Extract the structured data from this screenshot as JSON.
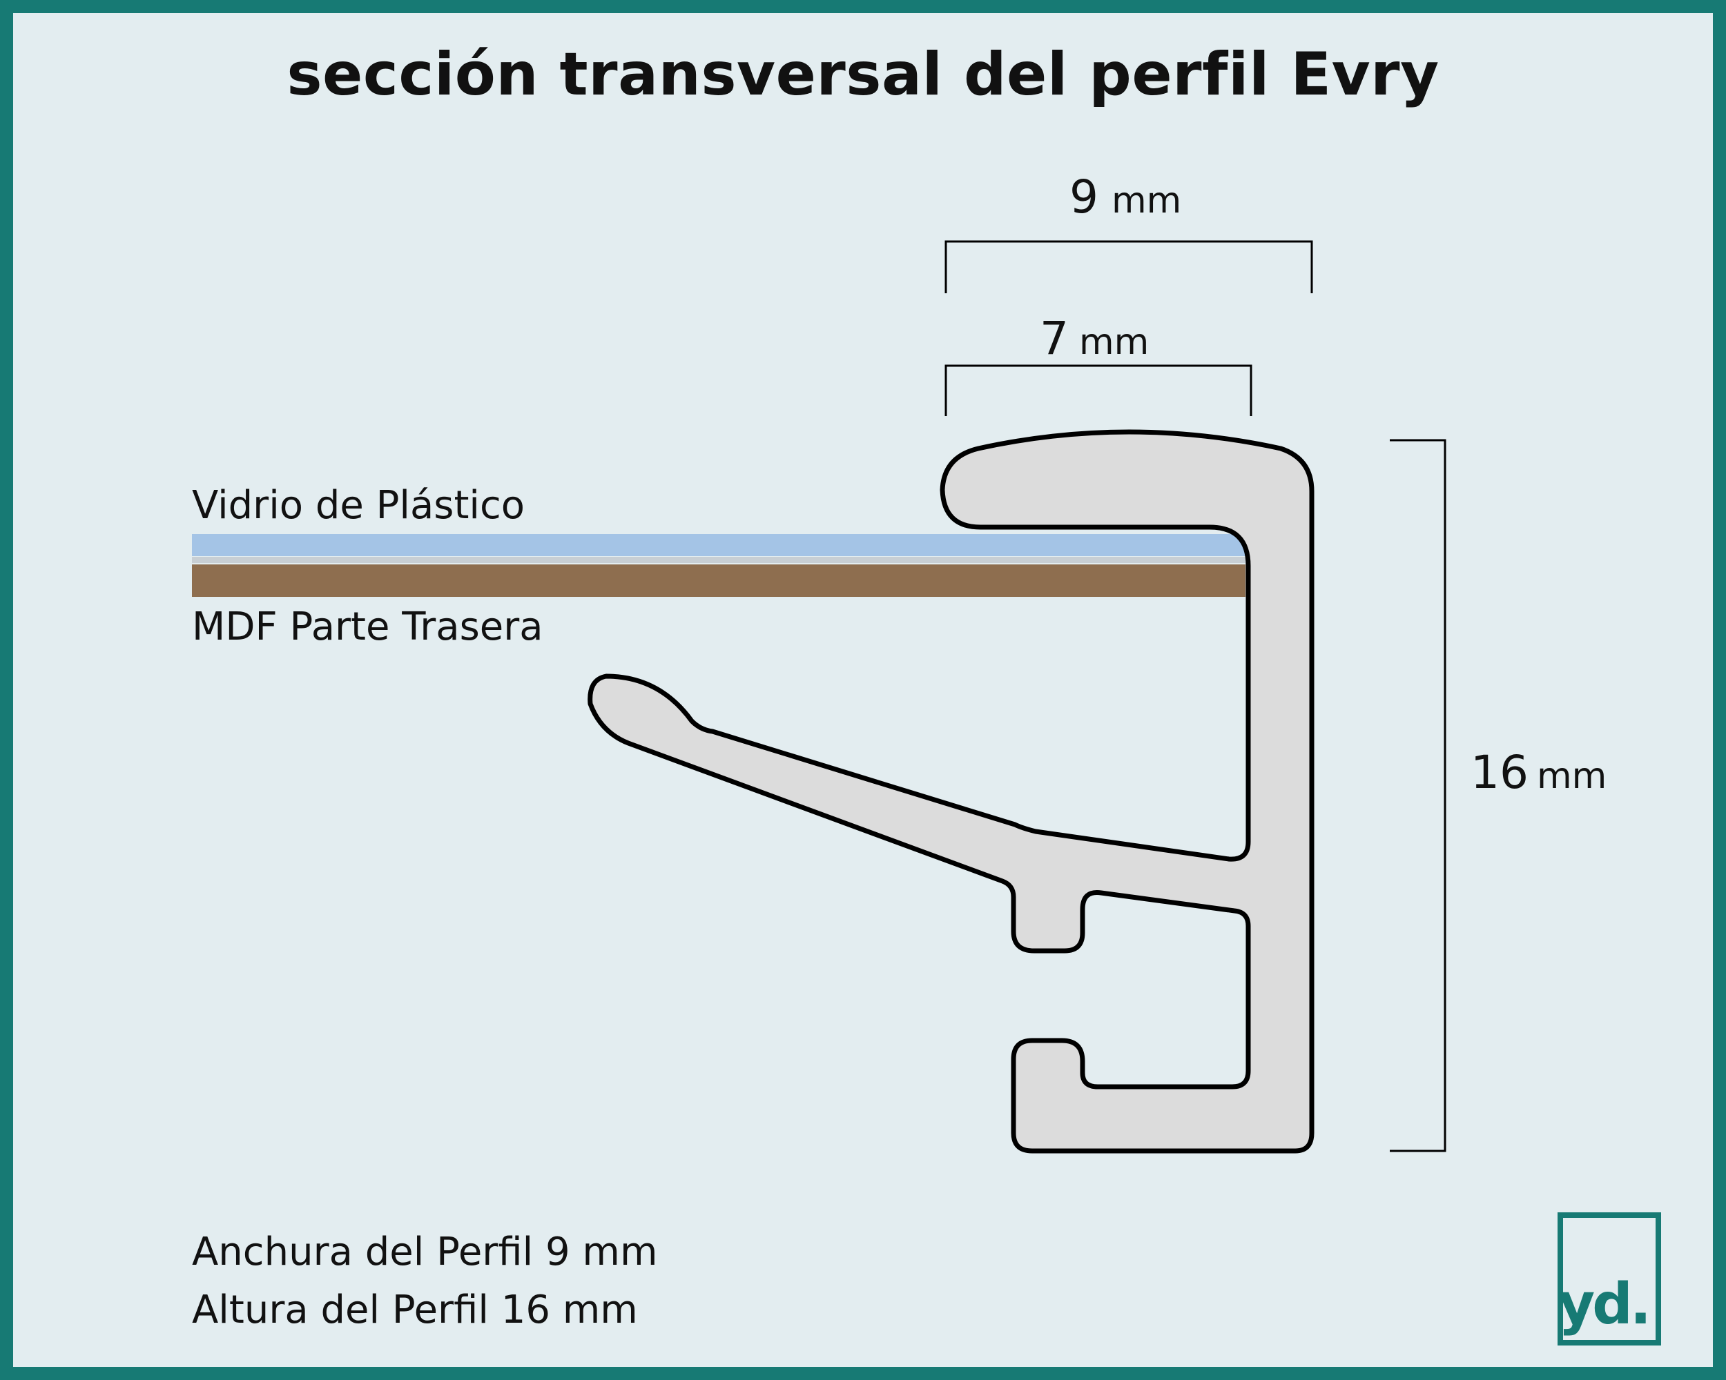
{
  "title": "sección transversal del perfil Evry",
  "dimensions": {
    "outer_width": {
      "value": "9",
      "unit": "mm"
    },
    "inner_width": {
      "value": "7",
      "unit": "mm"
    },
    "height": {
      "value": "16",
      "unit": "mm"
    }
  },
  "labels": {
    "glass": "Vidrio de Plástico",
    "backing": "MDF Parte Trasera"
  },
  "specs": {
    "width_line": "Anchura del Perfil 9 mm",
    "height_line": "Altura del Perfil 16 mm"
  },
  "logo": {
    "text": "yd."
  },
  "colors": {
    "frame_border": "#177a74",
    "background": "#e3edf0",
    "profile_fill": "#dcdcdc",
    "glass": "#a4c4e6",
    "mdf": "#8e6e4f"
  }
}
